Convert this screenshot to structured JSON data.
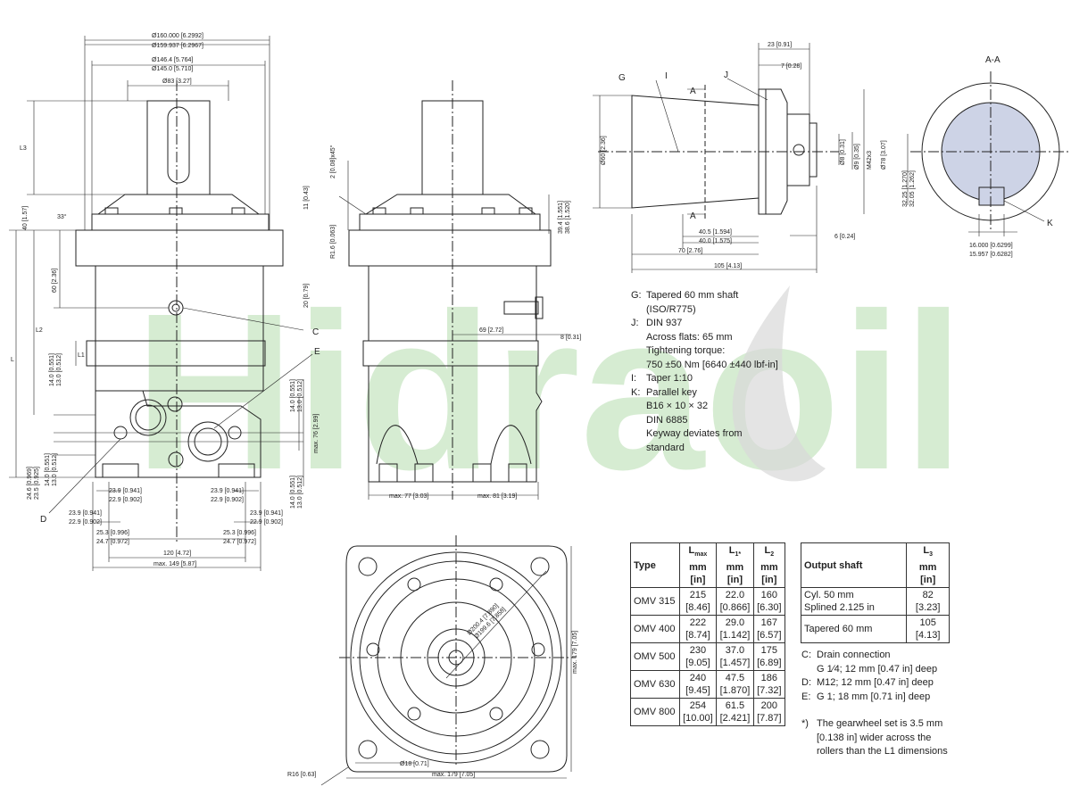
{
  "watermark": "Hidraoil",
  "section_label": "A-A",
  "side_labels": {
    "G": "G",
    "I": "I",
    "J": "J",
    "A_top": "A",
    "A_bottom": "A",
    "K": "K",
    "C": "C",
    "D": "D",
    "E": "E"
  },
  "dimensions": {
    "d160": "Ø160.000 [6.2992]",
    "d159": "Ø159.937 [6.2967]",
    "d146": "Ø146.4 [5.764]",
    "d145": "Ø145.0 [5.710]",
    "d83": "Ø83 [3.27]",
    "L3": "L3",
    "L2": "L2",
    "L": "L",
    "L1": "L1",
    "d40": "40 [1.57]",
    "a33": "33°",
    "d11": "11 [0.43]",
    "d60": "60 [2.36]",
    "d20": "20 [0.79]",
    "d14a": "14.0 [0.551]",
    "d13a": "13.0 [0.512]",
    "d246": "24.6 [0.969]",
    "d235": "23.5 [0.925]",
    "d14b": "14.0 [0.551]",
    "d13b": "13.0 [0.512]",
    "d239a": "23.9 [0.941]",
    "d229a": "22.9 [0.902]",
    "d239b": "23.9 [0.941]",
    "d229b": "22.9 [0.902]",
    "d239c": "23.9 [0.941]",
    "d229c": "22.9 [0.902]",
    "d239d": "23.9 [0.941]",
    "d229d": "22.9 [0.902]",
    "d253a": "25.3 [0.996]",
    "d247a": "24.7 [0.972]",
    "d253b": "25.3 [0.996]",
    "d247b": "24.7 [0.972]",
    "d120": "120 [4.72]",
    "dmax149": "max. 149 [5.87]",
    "r16x45": "2 [0.08]x45°",
    "r16": "R1.6 [0.063]",
    "d394": "39.4 [1.551]",
    "d386": "38.6 [1.520]",
    "d69": "69 [2.72]",
    "d8": "8 [0.31]",
    "dmax76": "max. 76 [2.99]",
    "d14c": "14.0 [0.551]",
    "d13c": "13.0 [0.512]",
    "d14d": "14.0 [0.551]",
    "d13d": "13.0 [0.512]",
    "dmax77": "max. 77 [3.03]",
    "dmax81": "max. 81 [3.19]",
    "d23": "23 [0.91]",
    "d7": "7 [0.28]",
    "d60s": "Ø60 [2.36]",
    "d8s": "Ø8 [0.31]",
    "d9s": "Ø9 [0.35]",
    "m42": "M42x3",
    "d78": "Ø78 [3.07]",
    "d405": "40.5 [1.594]",
    "d400": "40.0 [1.575]",
    "d6": "6 [0.24]",
    "d70": "70 [2.76]",
    "d105": "105 [4.13]",
    "d3225": "32.25 [1.270]",
    "d3205": "32.05 [1.262]",
    "d16000": "16.000 [0.6299]",
    "d15957": "15.957 [0.6282]",
    "d2004": "Ø200.4 [7.890]",
    "d1996": "Ø199.6 [7.858]",
    "dmax179v": "max. 179 [7.05]",
    "dmax179h": "max. 179 [7.05]",
    "d18": "Ø18 [0.71]",
    "r16b": "R16 [0.63]"
  },
  "shaft_notes": [
    {
      "key": "G:",
      "text": "Tapered 60 mm shaft\n(ISO/R775)"
    },
    {
      "key": "J:",
      "text": "DIN 937\nAcross flats: 65 mm\nTightening torque:\n750 ±50 Nm [6640 ±440 lbf-in]"
    },
    {
      "key": "I:",
      "text": "Taper 1:10"
    },
    {
      "key": "K:",
      "text": "Parallel key\nB16 × 10 × 32\nDIN 6885\nKeyway deviates from\nstandard"
    }
  ],
  "type_table": {
    "headers": [
      {
        "main": "Type",
        "sub": "",
        "unit": ""
      },
      {
        "main": "L",
        "sub": "max",
        "unit": "mm\n[in]"
      },
      {
        "main": "L",
        "sub": "1*",
        "unit": "mm\n[in]"
      },
      {
        "main": "L",
        "sub": "2",
        "unit": "mm\n[in]"
      }
    ],
    "rows": [
      {
        "type": "OMV 315",
        "lmax": "215\n[8.46]",
        "l1": "22.0\n[0.866]",
        "l2": "160\n[6.30]"
      },
      {
        "type": "OMV 400",
        "lmax": "222\n[8.74]",
        "l1": "29.0\n[1.142]",
        "l2": "167\n[6.57]"
      },
      {
        "type": "OMV 500",
        "lmax": "230\n[9.05]",
        "l1": "37.0\n[1.457]",
        "l2": "175\n[6.89]"
      },
      {
        "type": "OMV 630",
        "lmax": "240\n[9.45]",
        "l1": "47.5\n[1.870]",
        "l2": "186\n[7.32]"
      },
      {
        "type": "OMV 800",
        "lmax": "254\n[10.00]",
        "l1": "61.5\n[2.421]",
        "l2": "200\n[7.87]"
      }
    ]
  },
  "shaft_table": {
    "headers": [
      {
        "main": "Output shaft",
        "sub": "",
        "unit": ""
      },
      {
        "main": "L",
        "sub": "3",
        "unit": "mm\n[in]"
      }
    ],
    "rows": [
      {
        "shaft": "Cyl. 50 mm\nSplined 2.125 in",
        "l3": "82\n[3.23]"
      },
      {
        "shaft": "Tapered 60 mm",
        "l3": "105\n[4.13]"
      }
    ]
  },
  "connection_notes": [
    {
      "key": "C:",
      "text": "Drain connection\nG 1⁄4; 12 mm [0.47 in] deep"
    },
    {
      "key": "D:",
      "text": "M12; 12 mm [0.47 in] deep"
    },
    {
      "key": "E:",
      "text": "G 1; 18 mm [0.71 in] deep"
    }
  ],
  "footnote": {
    "key": "*)",
    "text": "The gearwheel set is 3.5 mm\n[0.138 in] wider across the\nrollers than the L1 dimensions"
  }
}
